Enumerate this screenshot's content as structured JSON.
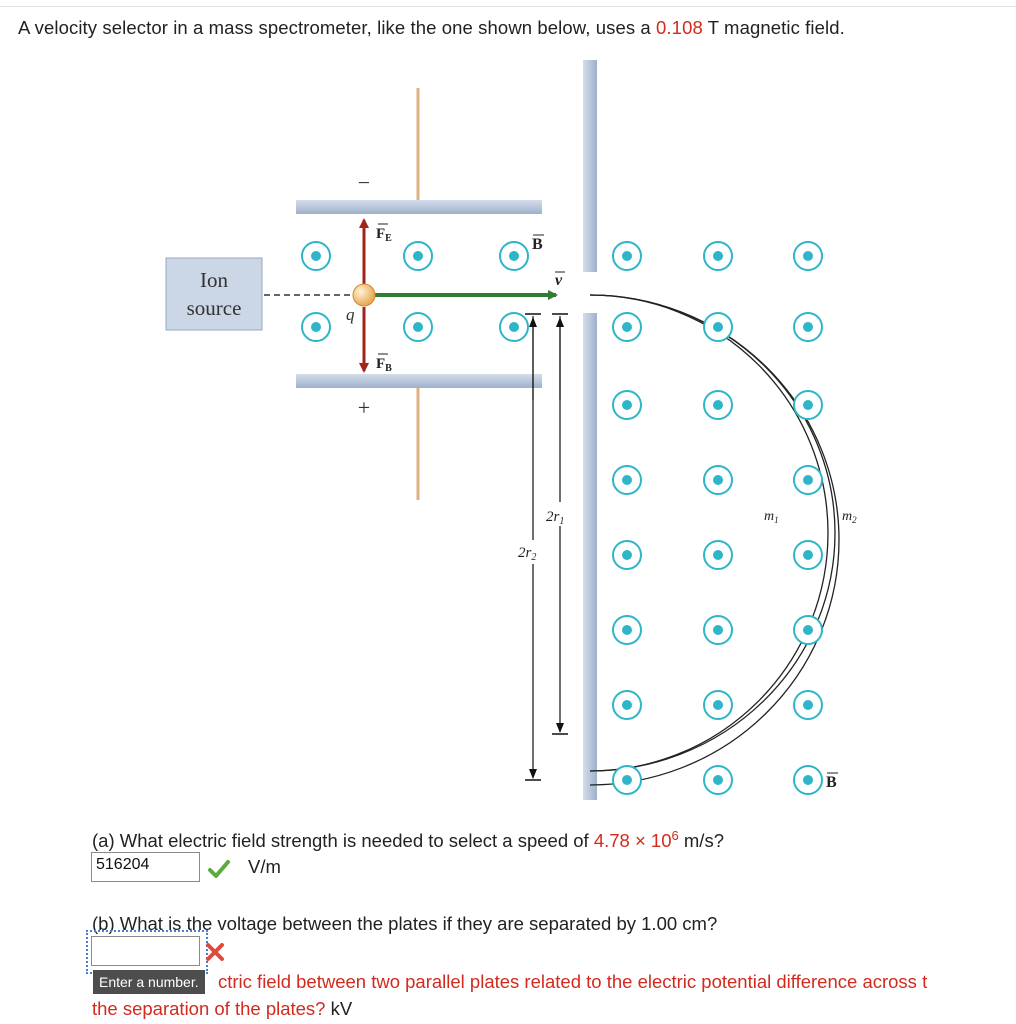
{
  "intro": {
    "prefix": "A velocity selector in a mass spectrometer, like the one shown below, uses a ",
    "field_value": "0.108",
    "suffix": " T magnetic field."
  },
  "figure": {
    "ion_source_line1": "Ion",
    "ion_source_line2": "source",
    "minus_sign": "−",
    "plus_sign": "+",
    "charge_label": "q",
    "fe_label": "F",
    "fe_sub": "E",
    "fb_label": "F",
    "fb_sub": "B",
    "b_label": "B",
    "v_label": "v",
    "two_r1_prefix": "2r",
    "two_r1_sub": "1",
    "two_r2_prefix": "2r",
    "two_r2_sub": "2",
    "m1_prefix": "m",
    "m1_sub": "1",
    "m2_prefix": "m",
    "m2_sub": "2",
    "b_label_bottom": "B",
    "colors": {
      "field_dot": "#2eb6c8",
      "velocity_arrow": "#2f7d32",
      "force_arrow": "#a0261b",
      "plates": "#b8c5db"
    }
  },
  "part_a": {
    "question_prefix": "(a) What electric field strength is needed to select a speed of ",
    "speed_mantissa": "4.78",
    "times": " × 10",
    "exponent": "6",
    "question_suffix": " m/s?",
    "answer_value": "516204",
    "status_icon": "check-icon",
    "unit": "V/m"
  },
  "part_b": {
    "question": "(b) What is the voltage between the plates if they are separated by 1.00 cm?",
    "answer_value": "",
    "status_icon": "cross-icon",
    "tooltip": "Enter a number.",
    "hint_line1": "ctric field between two parallel plates related to the electric potential difference across t",
    "hint_line2": "the separation of the plates?",
    "unit": "kV"
  }
}
